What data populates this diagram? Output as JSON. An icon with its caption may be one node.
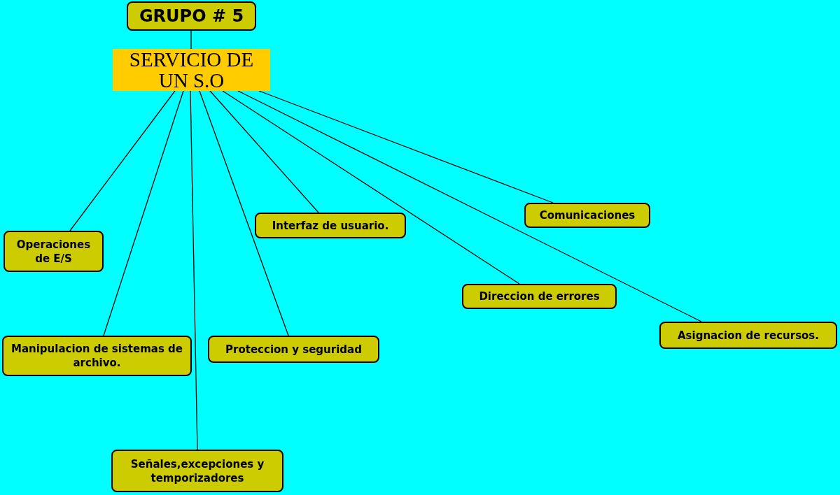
{
  "diagram": {
    "nodes": [
      {
        "text": [
          "GRUPO # 5"
        ]
      },
      {
        "text": [
          "SERVICIO DE UN S.O"
        ]
      },
      {
        "text": [
          "Operaciones de E/S"
        ]
      },
      {
        "text": [
          "Manipulacion de sistemas de archivo."
        ]
      },
      {
        "text": [
          "Señales,excepciones y temporizadores"
        ]
      },
      {
        "text": [
          "Proteccion y seguridad"
        ]
      },
      {
        "text": [
          "Interfaz de usuario."
        ]
      },
      {
        "text": [
          "Direccion de errores"
        ]
      },
      {
        "text": [
          "Comunicaciones"
        ]
      },
      {
        "text": [
          "Asignacion de recursos."
        ]
      }
    ],
    "edges": [
      {
        "from": 0,
        "to": 1,
        "arrow": "none"
      },
      {
        "from": 1,
        "to": 2,
        "arrow": "none"
      },
      {
        "from": 1,
        "to": 3,
        "arrow": "none"
      },
      {
        "from": 1,
        "to": 4,
        "arrow": "none"
      },
      {
        "from": 1,
        "to": 5,
        "arrow": "none"
      },
      {
        "from": 1,
        "to": 6,
        "arrow": "none"
      },
      {
        "from": 1,
        "to": 7,
        "arrow": "none"
      },
      {
        "from": 1,
        "to": 8,
        "arrow": "none"
      },
      {
        "from": 1,
        "to": 9,
        "arrow": "none"
      }
    ]
  }
}
